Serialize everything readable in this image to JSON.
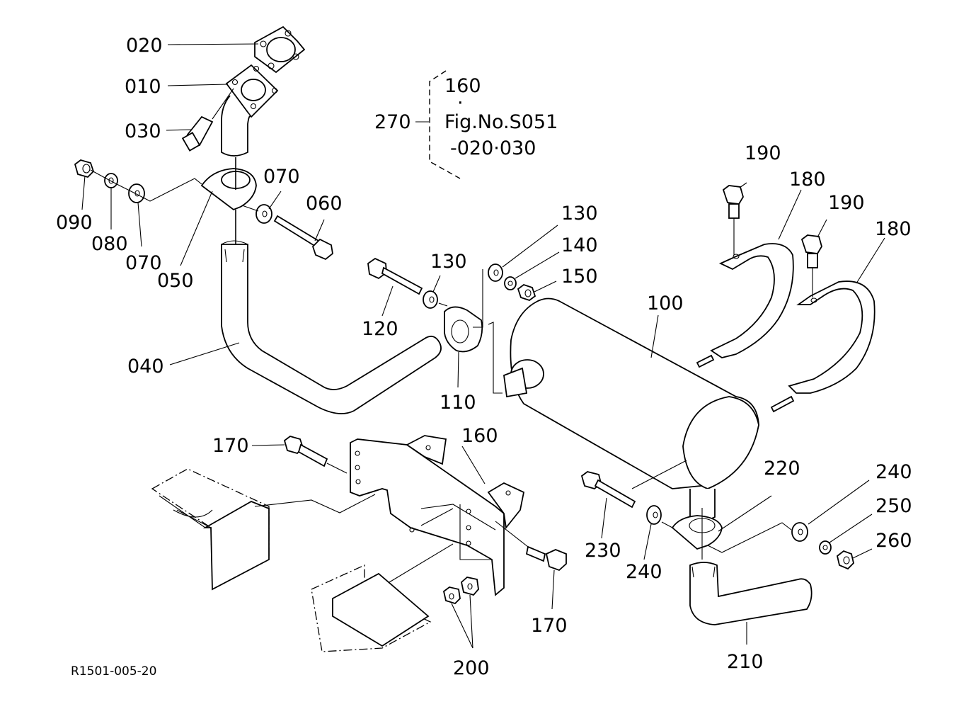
{
  "diagram": {
    "title": "Exhaust / muffler parts diagram",
    "reference_code": "R1501-005-20",
    "note": {
      "callout": "270",
      "line1": "160",
      "dot": "·",
      "line2": "Fig.No.S051",
      "line3": "-020·030"
    },
    "labels": {
      "p010": "010",
      "p020": "020",
      "p030": "030",
      "p040": "040",
      "p050": "050",
      "p060": "060",
      "p070a": "070",
      "p070b": "070",
      "p080": "080",
      "p090": "090",
      "p100": "100",
      "p110": "110",
      "p120": "120",
      "p130a": "130",
      "p130b": "130",
      "p140": "140",
      "p150": "150",
      "p160": "160",
      "p170a": "170",
      "p170b": "170",
      "p180a": "180",
      "p180b": "180",
      "p190a": "190",
      "p190b": "190",
      "p200": "200",
      "p210": "210",
      "p220": "220",
      "p230": "230",
      "p240a": "240",
      "p240b": "240",
      "p250": "250",
      "p260": "260"
    }
  }
}
